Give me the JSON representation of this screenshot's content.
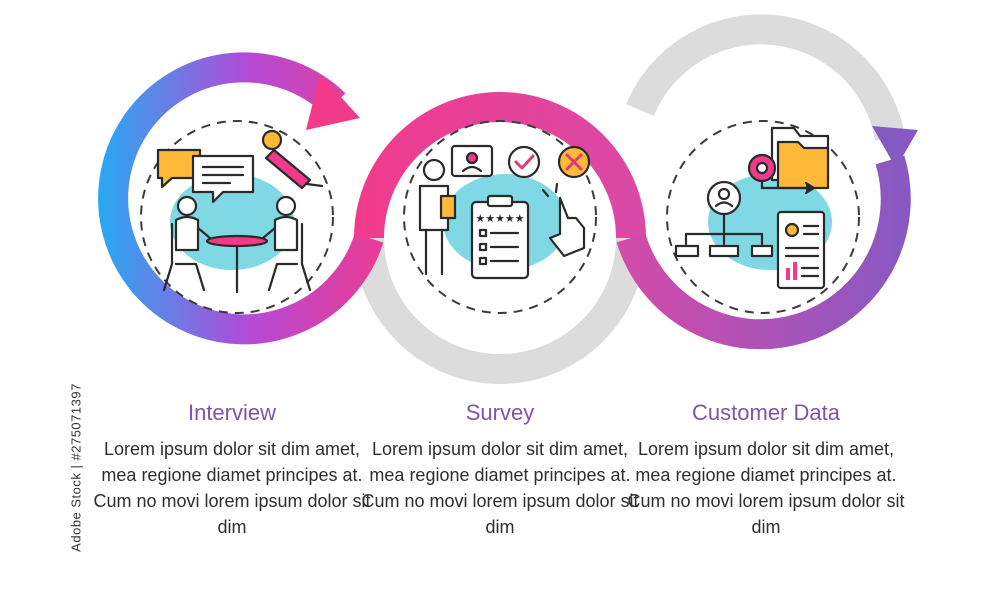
{
  "steps": [
    {
      "title": "Interview",
      "body": "Lorem ipsum dolor sit dim amet, mea regione diamet principes at. Cum no movi lorem ipsum dolor sit dim",
      "icon": "interview-icon"
    },
    {
      "title": "Survey",
      "body": "Lorem ipsum dolor sit dim amet, mea regione diamet principes at. Cum no movi lorem ipsum dolor sit dim",
      "icon": "survey-icon"
    },
    {
      "title": "Customer Data",
      "body": "Lorem ipsum dolor sit dim amet, mea regione diamet principes at. Cum no movi lorem ipsum dolor sit dim",
      "icon": "customer-data-icon"
    }
  ],
  "side_mark": "Adobe Stock | #275071397",
  "colors": {
    "ring_blue": "#29a8f2",
    "ring_pink": "#f23a8a",
    "ring_purple": "#8459c4",
    "ring_gray": "#dcdcdc",
    "blob": "#7fd8e3",
    "title": "#7e56a8",
    "check": "#e13a7a",
    "folder": "#ffb938"
  }
}
